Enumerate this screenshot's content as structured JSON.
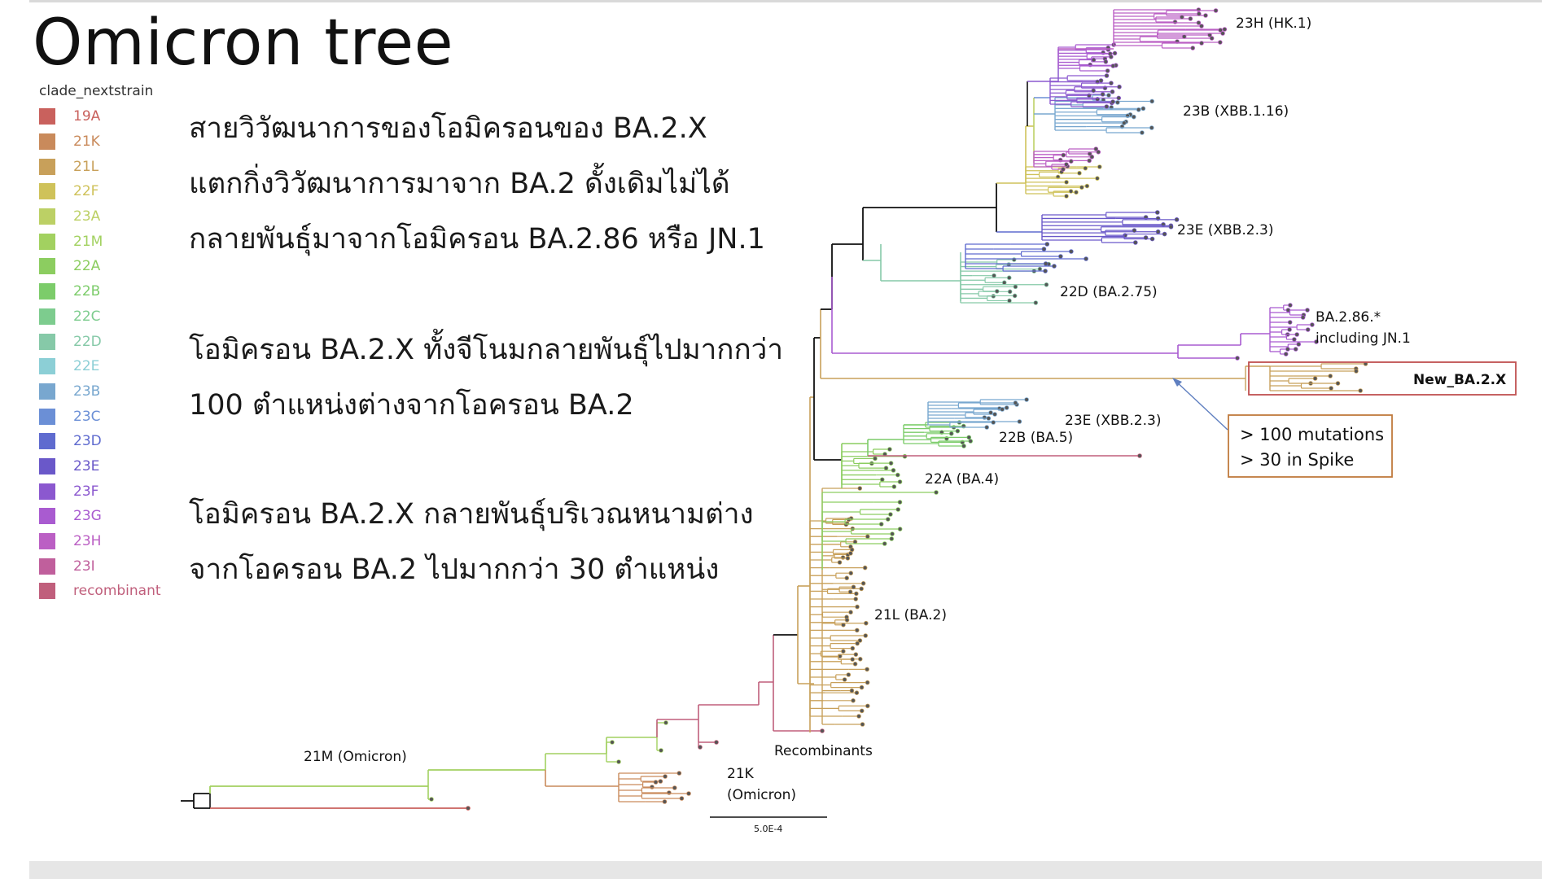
{
  "slide": {
    "title": "Omicron tree",
    "body_lines": [
      "สายวิวัฒนาการของโอมิครอนของ BA.2.X",
      "แตกกิ่งวิวัฒนาการมาจาก BA.2 ดั้งเดิมไม่ได้",
      "กลายพันธุ์มาจากโอมิครอน BA.2.86 หรือ JN.1",
      "โอมิครอน BA.2.X ทั้งจีโนมกลายพันธุ์ไปมากกว่า",
      "100 ตำแหน่งต่างจากโอครอน BA.2",
      "โอมิครอน BA.2.X กลายพันธุ์บริเวณหนามต่าง",
      "จากโอครอน BA.2 ไปมากกว่า 30 ตำแหน่ง"
    ]
  },
  "legend": {
    "title": "clade_nextstrain",
    "items": [
      {
        "label": "19A",
        "color": "#c9615d"
      },
      {
        "label": "21K",
        "color": "#c98a5b"
      },
      {
        "label": "21L",
        "color": "#c8a05a"
      },
      {
        "label": "22F",
        "color": "#cfc25a"
      },
      {
        "label": "23A",
        "color": "#bcd065"
      },
      {
        "label": "21M",
        "color": "#a2d160"
      },
      {
        "label": "22A",
        "color": "#8ccd60"
      },
      {
        "label": "22B",
        "color": "#7ccc6a"
      },
      {
        "label": "22C",
        "color": "#7dcc8e"
      },
      {
        "label": "22D",
        "color": "#86c9a8"
      },
      {
        "label": "22E",
        "color": "#8ccfd6"
      },
      {
        "label": "23B",
        "color": "#78a7cf"
      },
      {
        "label": "23C",
        "color": "#6b8fd6"
      },
      {
        "label": "23D",
        "color": "#5f6bcf"
      },
      {
        "label": "23E",
        "color": "#6a58c9"
      },
      {
        "label": "23F",
        "color": "#8b58cf"
      },
      {
        "label": "23G",
        "color": "#a95bd0"
      },
      {
        "label": "23H",
        "color": "#bb5fc4"
      },
      {
        "label": "23I",
        "color": "#c05f9c"
      },
      {
        "label": "recombinant",
        "color": "#c05f7c"
      }
    ]
  },
  "tree": {
    "clade_labels": [
      "23H (HK.1)",
      "23B (XBB.1.16)",
      "23E (XBB.2.3)",
      "22D (BA.2.75)",
      "BA.2.86.*",
      "including JN.1",
      "New_BA.2.X",
      "23E (XBB.2.3)",
      "22B (BA.5)",
      "22A (BA.4)",
      "21L (BA.2)",
      "Recombinants",
      "21M (Omicron)",
      "21K",
      "(Omicron)"
    ],
    "callout": {
      "lines": [
        "> 100 mutations",
        "> 30 in Spike"
      ]
    },
    "scale_bar": {
      "label": "5.0E-4"
    }
  }
}
